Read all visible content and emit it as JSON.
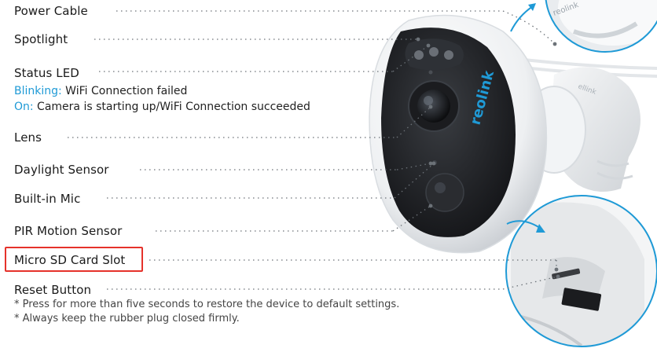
{
  "labels": {
    "power_cable": "Power Cable",
    "spotlight": "Spotlight",
    "status_led": "Status LED",
    "lens": "Lens",
    "daylight_sensor": "Daylight Sensor",
    "built_in_mic": "Built-in Mic",
    "pir_motion_sensor": "PIR Motion Sensor",
    "micro_sd_card_slot": "Micro SD Card Slot",
    "reset_button": "Reset Button"
  },
  "status_led": {
    "blinking_label": "Blinking:",
    "blinking_text": " WiFi Connection failed",
    "on_label": "On:",
    "on_text": " Camera is starting up/WiFi Connection succeeded"
  },
  "reset_notes": {
    "note1": "* Press for more than five seconds to restore the device to default settings.",
    "note2": "* Always keep the rubber plug closed firmly."
  },
  "brand": {
    "logo_text": "reolink"
  },
  "colors": {
    "accent_blue": "#1f9ad6",
    "highlight_red": "#e5322b",
    "text": "#1a1a1a"
  }
}
